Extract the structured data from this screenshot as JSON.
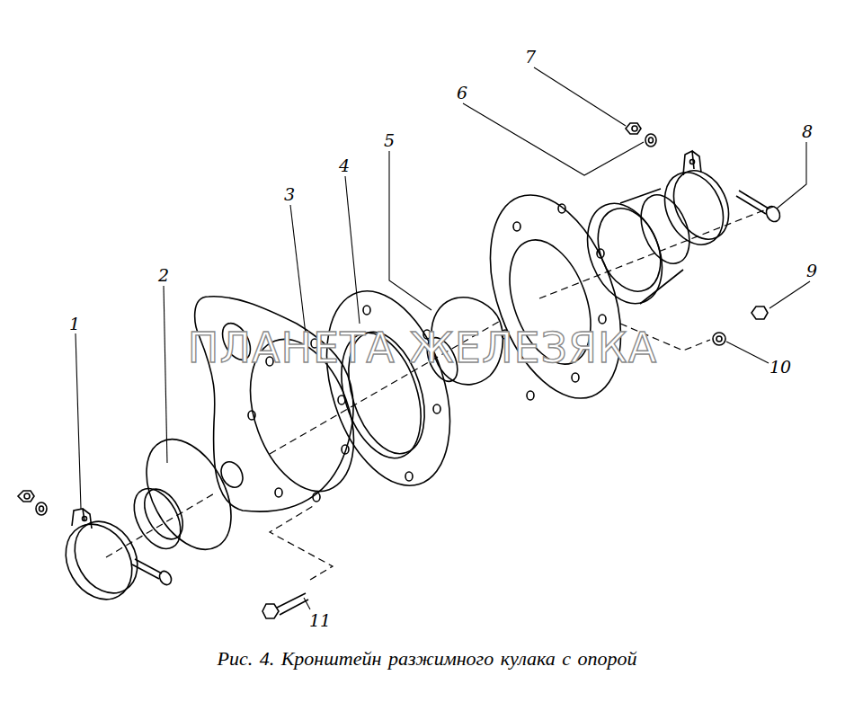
{
  "diagram": {
    "caption": "Рис. 4. Кронштейн разжимного кулака с опорой",
    "labels": [
      "1",
      "2",
      "3",
      "4",
      "5",
      "6",
      "7",
      "8",
      "9",
      "10",
      "11",
      "ПЛАНЕТА ЖЕЛЕЗЯКА"
    ]
  }
}
